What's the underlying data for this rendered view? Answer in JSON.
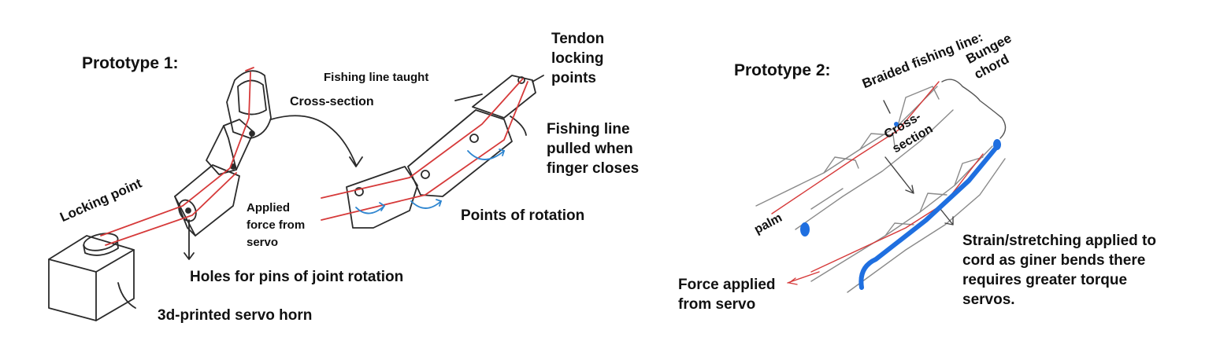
{
  "prototype1": {
    "title": "Prototype 1:",
    "labels": {
      "locking_point": "Locking point",
      "fishing_line_taught": "Fishing line taught",
      "cross_section": "Cross-section",
      "tendon_locking_points": "Tendon\nlocking\npoints",
      "fishing_line_pulled": "Fishing line\npulled when\nfinger closes",
      "applied_force": "Applied\nforce from\nservo",
      "points_of_rotation": "Points of rotation",
      "holes_for_pins": "Holes for pins of joint rotation",
      "servo_horn": "3d-printed servo horn"
    }
  },
  "prototype2": {
    "title": "Prototype 2:",
    "labels": {
      "braided_fishing_line": "Braided fishing line:",
      "bungee_chord": "Bungee\nchord",
      "cross_section": "Cross-\nsection",
      "palm": "palm",
      "force_applied": "Force applied\nfrom servo",
      "strain_note": "Strain/stretching applied to\ncord as giner bends there\nrequires greater torque\nservos."
    }
  },
  "colors": {
    "ink": "#2b2b2b",
    "tendon": "#d63a3a",
    "rotation": "#2f86d0",
    "bungee": "#1f6fe0"
  }
}
